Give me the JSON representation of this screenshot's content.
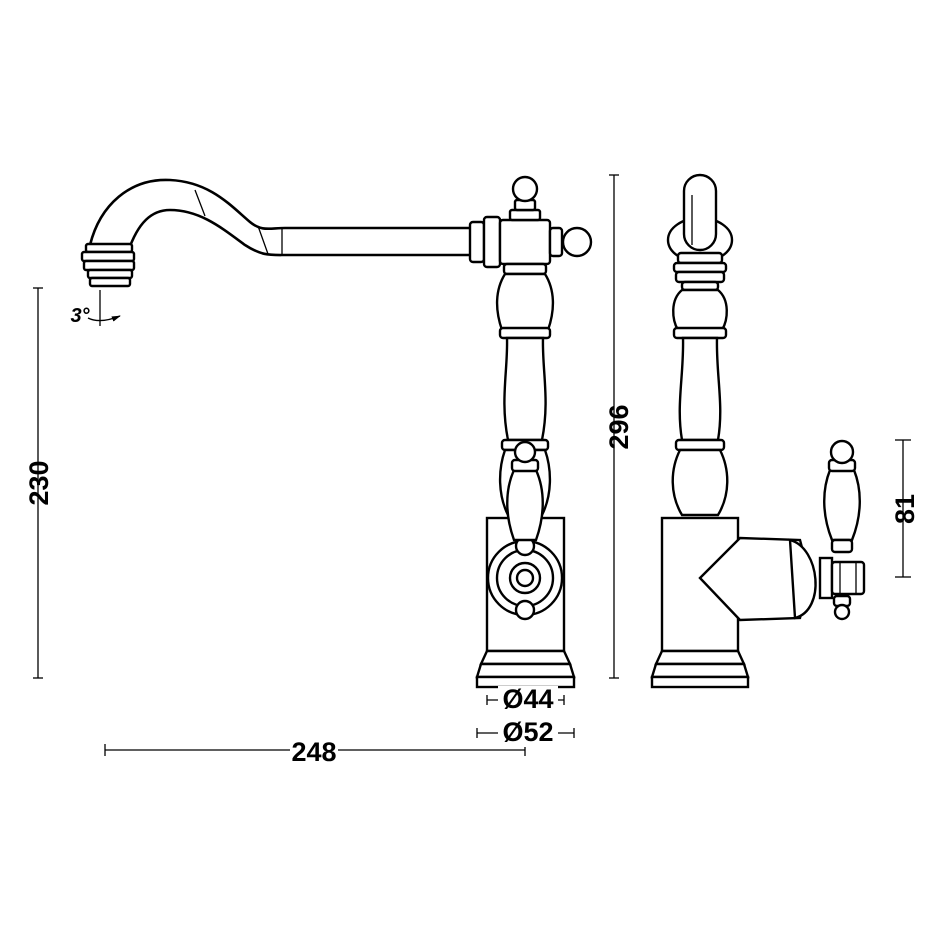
{
  "dimensions": {
    "height_spout": "230",
    "height_total": "296",
    "height_lever": "81",
    "reach": "248",
    "base_diameter_44": "Ø44",
    "base_diameter_52": "Ø52",
    "spout_angle": "3°"
  },
  "colors": {
    "line": "#000000",
    "background": "#ffffff"
  }
}
